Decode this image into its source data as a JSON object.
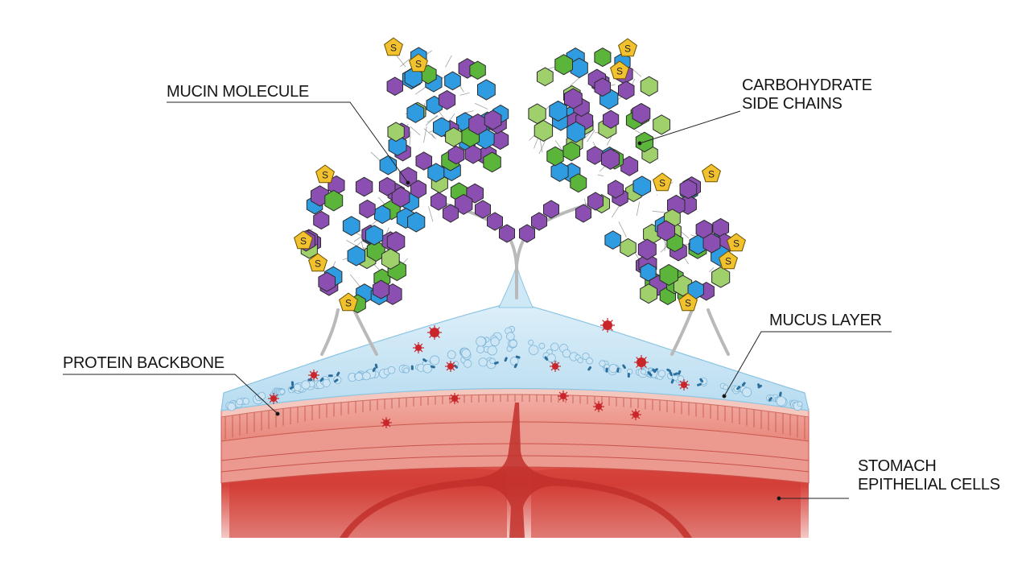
{
  "labels": {
    "mucin_molecule": "MUCIN MOLECULE",
    "carbohydrate_side_chains": [
      "CARBOHYDRATE",
      "SIDE CHAINS"
    ],
    "mucus_layer": "MUCUS LAYER",
    "protein_backbone": "PROTEIN BACKBONE",
    "stomach_epithelial_cells": [
      "STOMACH",
      "EPITHELIAL CELLS"
    ]
  },
  "sugar_glyph": "S",
  "colors": {
    "sugar_green": "#5bb53a",
    "sugar_light_green": "#9fd06b",
    "sugar_blue": "#2f9be0",
    "sugar_purple": "#8a4fb0",
    "sugar_gold": "#f2c12e",
    "mucus": "#bfe0f2",
    "epithelium": "#e46a62",
    "tissue": "#d8403a",
    "bacteria": "#c8262a"
  }
}
